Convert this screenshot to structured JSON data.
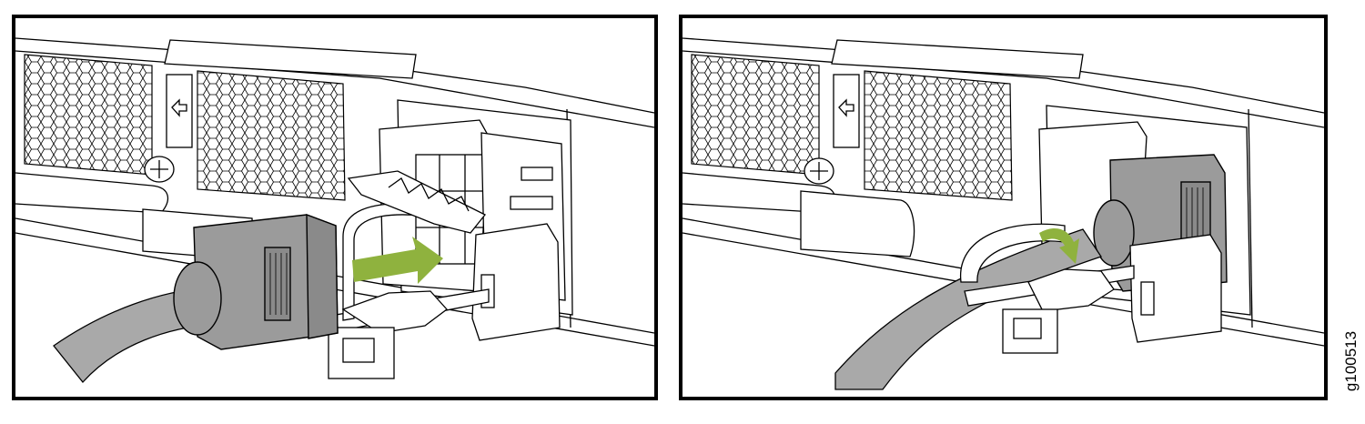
{
  "figure": {
    "id_label": "g100513"
  },
  "colors": {
    "line": "#000000",
    "plug_gray": "#9b9b9b",
    "cable_gray": "#a9a9a9",
    "arrow_green": "#8fb23e",
    "panel_fill": "#ffffff"
  },
  "panels": [
    {
      "name": "step-insert-cable-into-tie",
      "arrow": "straight-right"
    },
    {
      "name": "step-fasten-cable-tie",
      "arrow": "curved-down"
    }
  ]
}
